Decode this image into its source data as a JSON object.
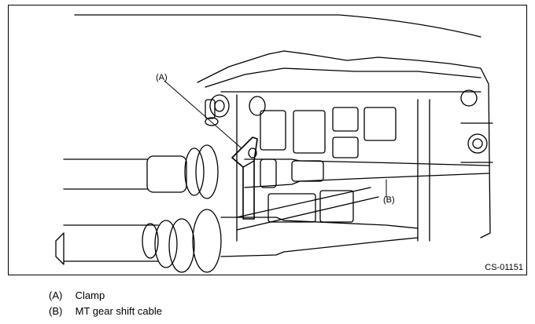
{
  "callouts": {
    "a": "(A)",
    "b": "(B)"
  },
  "figure_code": "CS-01151",
  "legend": [
    {
      "key": "(A)",
      "text": "Clamp"
    },
    {
      "key": "(B)",
      "text": "MT gear shift cable"
    }
  ]
}
